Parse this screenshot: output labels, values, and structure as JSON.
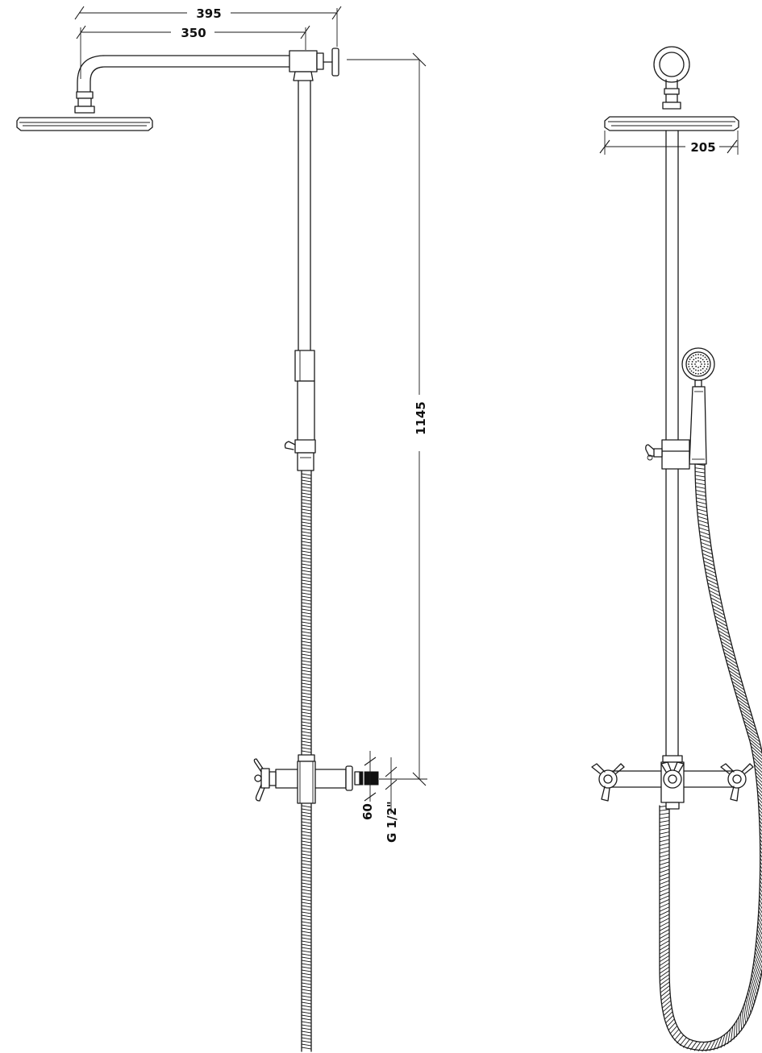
{
  "dimensions": {
    "arm_total": "395",
    "arm_inner": "350",
    "height": "1145",
    "head_diameter": "205",
    "inlet_offset": "60",
    "thread": "G 1/2\""
  },
  "colors": {
    "line": "#1a1a1a",
    "background": "#ffffff"
  }
}
